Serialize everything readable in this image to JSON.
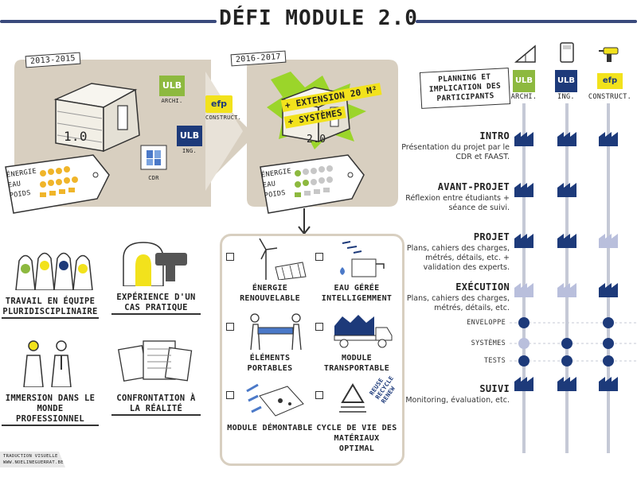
{
  "header": {
    "title": "DÉFI MODULE 2.0"
  },
  "timeline": {
    "period1": "2013-2015",
    "period2": "2016-2017",
    "house1_label": "1.0",
    "house2_label": "2.0",
    "badge_line1": "+ EXTENSION 20 M²",
    "badge_line2": "+ SYSTÈMES",
    "tag1_lines": [
      "ÉNERGIE",
      "EAU",
      "POIDS"
    ],
    "tag2_lines": [
      "ÉNERGIE",
      "EAU",
      "POIDS"
    ],
    "partners": [
      {
        "logo": "ULB",
        "sub": "ARCHI."
      },
      {
        "logo": "efp",
        "sub": "CONSTRUCT."
      },
      {
        "logo": "ULB",
        "sub": "ING."
      },
      {
        "logo": "",
        "sub": "CDR"
      }
    ]
  },
  "cards_left": [
    {
      "caption": "TRAVAIL EN ÉQUIPE PLURIDISCIPLINAIRE"
    },
    {
      "caption": "EXPÉRIENCE D'UN CAS PRATIQUE"
    },
    {
      "caption": "IMMERSION DANS LE MONDE PROFESSIONNEL"
    },
    {
      "caption": "CONFRONTATION À LA RÉALITÉ"
    }
  ],
  "checklist": [
    {
      "caption": "ÉNERGIE RENOUVELABLE"
    },
    {
      "caption": "EAU GÉRÉE INTELLIGEMMENT"
    },
    {
      "caption": "ÉLÉMENTS PORTABLES"
    },
    {
      "caption": "MODULE TRANSPORTABLE"
    },
    {
      "caption": "MODULE DÉMONTABLE"
    },
    {
      "caption": "CYCLE DE VIE DES MATÉRIAUX OPTIMAL"
    }
  ],
  "recycle_words": [
    "REUSE",
    "RECYCLE",
    "RENEW"
  ],
  "planning": {
    "heading": "PLANNING ET IMPLICATION DES PARTICIPANTS",
    "columns": [
      {
        "logo": "ULB",
        "sub": "ARCHI.",
        "color": "#8db93f"
      },
      {
        "logo": "ULB",
        "sub": "ING.",
        "color": "#1d3a7a"
      },
      {
        "logo": "efp",
        "sub": "CONSTRUCT.",
        "color": "#f2e21c"
      }
    ],
    "phases": [
      {
        "title": "INTRO",
        "desc": "Présentation du projet par le CDR et FAAST.",
        "levels": [
          1,
          1,
          1
        ]
      },
      {
        "title": "AVANT-PROJET",
        "desc": "Réflexion entre étudiants + séance de suivi.",
        "levels": [
          1,
          1,
          0
        ]
      },
      {
        "title": "PROJET",
        "desc": "Plans, cahiers des charges, métrés, détails, etc. + validation des experts.",
        "levels": [
          1,
          1,
          0.5
        ]
      },
      {
        "title": "EXÉCUTION",
        "desc": "Plans, cahiers des charges, métrés, détails, etc.",
        "levels": [
          0.5,
          0.5,
          1
        ]
      },
      {
        "title": "SUIVI",
        "desc": "Monitoring, évaluation, etc.",
        "levels": [
          1,
          1,
          1
        ]
      }
    ],
    "subrows": [
      {
        "label": "ENVELOPPE",
        "levels": [
          1,
          0,
          1
        ]
      },
      {
        "label": "SYSTÈMES",
        "levels": [
          0.5,
          1,
          1
        ]
      },
      {
        "label": "TESTS",
        "levels": [
          1,
          1,
          1
        ]
      }
    ]
  },
  "footer": {
    "line1": "TRADUCTION VISUELLE",
    "line2": "WWW.NOELINEGUERRAT.BE"
  },
  "colors": {
    "navy": "#1d3a7a",
    "green": "#8db93f",
    "yellow": "#f2e21c",
    "beige": "#d8cfc0",
    "lime": "#9bd52a"
  }
}
